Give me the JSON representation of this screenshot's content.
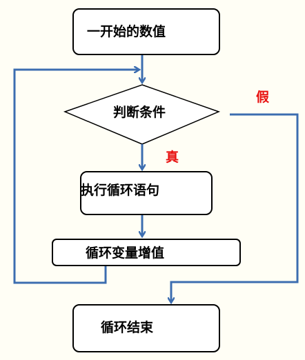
{
  "diagram": {
    "nodes": {
      "start": {
        "label": "一开始的数值"
      },
      "condition": {
        "label": "判断条件"
      },
      "body": {
        "label": "执行循环语句"
      },
      "increment": {
        "label": "循环变量增值"
      },
      "end": {
        "label": "循环结束"
      }
    },
    "edges": {
      "true_label": "真",
      "false_label": "假"
    }
  },
  "colors": {
    "background": "#fffef5",
    "arrow": "#3c6db0",
    "node_stroke": "#000000",
    "node_fill": "#ffffff",
    "branch_label": "#e8100f"
  }
}
